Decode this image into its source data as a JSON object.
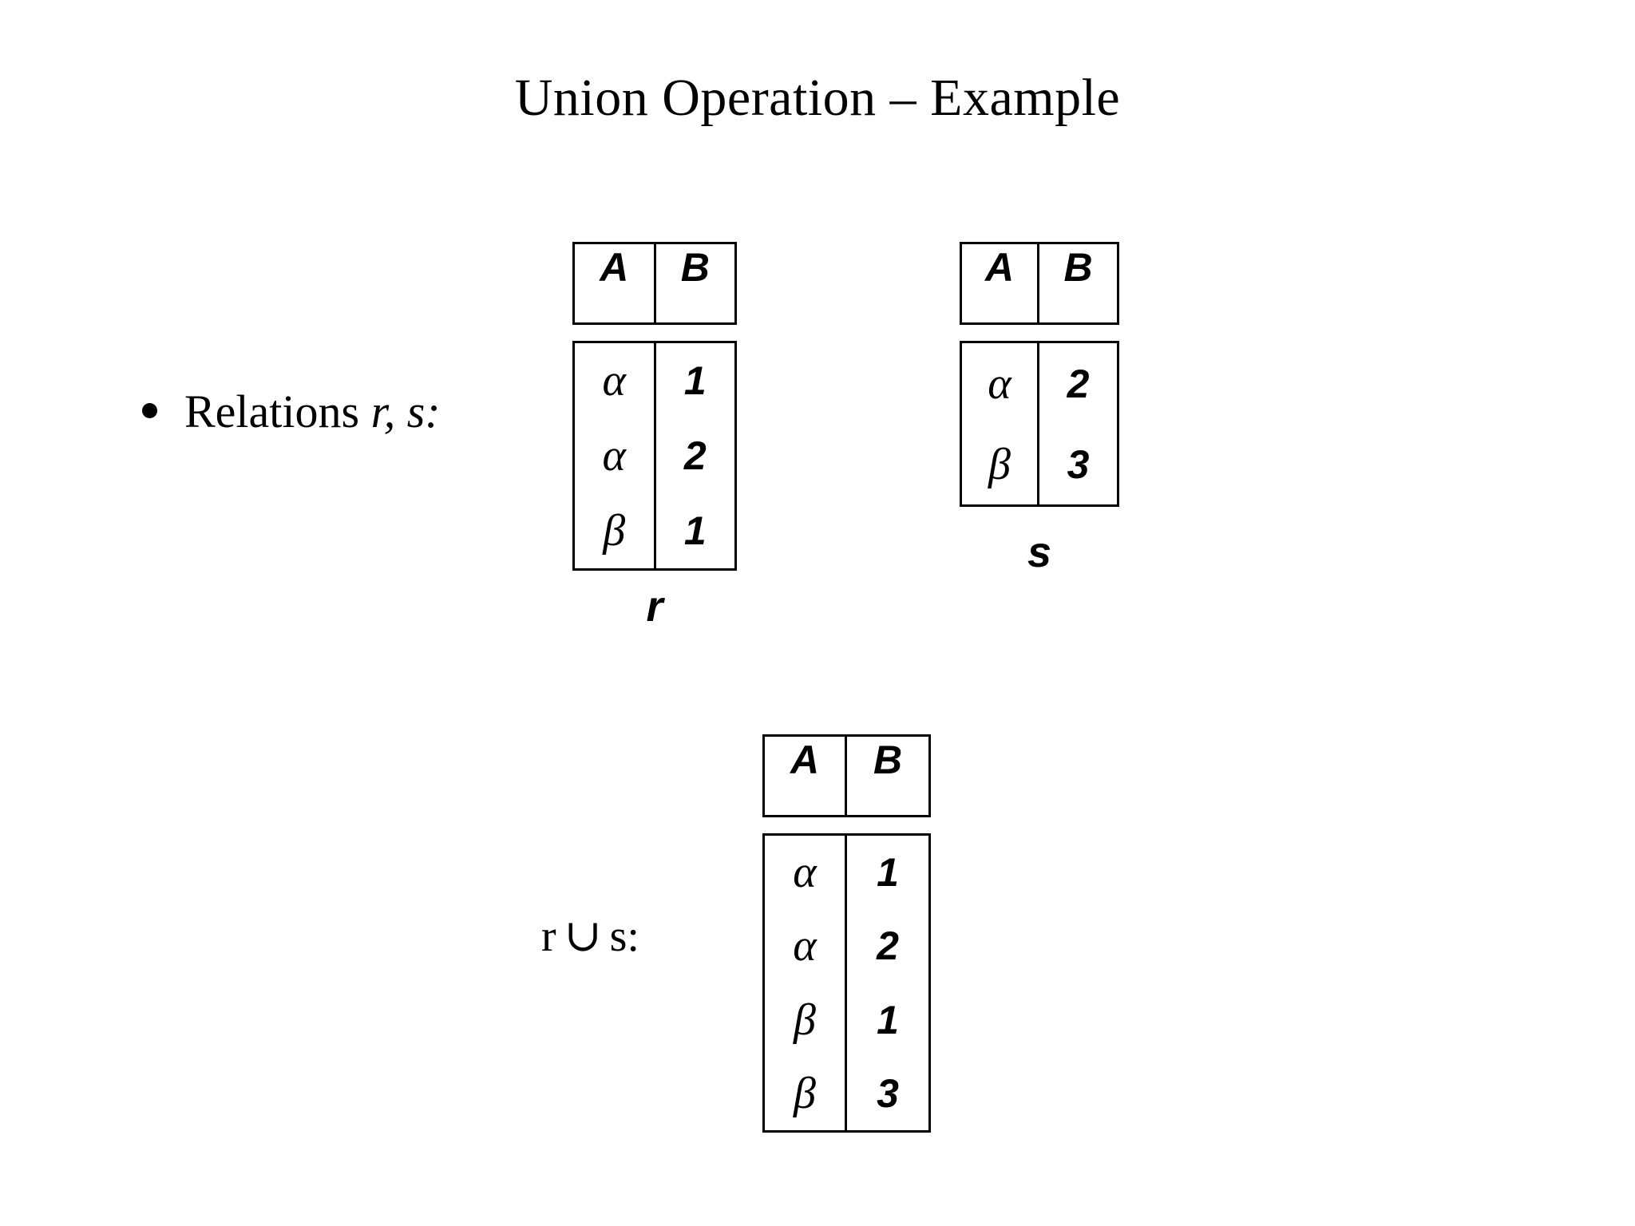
{
  "slide": {
    "title": "Union Operation – Example",
    "bullet": {
      "marker": "bullet-dot",
      "text_roman": "Relations ",
      "text_italic": "r, s:"
    },
    "union_label": {
      "left_operand": "r",
      "operator": "∪",
      "right_operand": "s:"
    }
  },
  "tables": {
    "r": {
      "caption": "r",
      "columns": [
        "A",
        "B"
      ],
      "rows": [
        {
          "A": "α",
          "B": "1"
        },
        {
          "A": "α",
          "B": "2"
        },
        {
          "A": "β",
          "B": "1"
        }
      ]
    },
    "s": {
      "caption": "s",
      "columns": [
        "A",
        "B"
      ],
      "rows": [
        {
          "A": "α",
          "B": "2"
        },
        {
          "A": "β",
          "B": "3"
        }
      ]
    },
    "union": {
      "caption": "",
      "columns": [
        "A",
        "B"
      ],
      "rows": [
        {
          "A": "α",
          "B": "1"
        },
        {
          "A": "α",
          "B": "2"
        },
        {
          "A": "β",
          "B": "1"
        },
        {
          "A": "β",
          "B": "3"
        }
      ]
    }
  },
  "colors": {
    "background": "#ffffff",
    "text": "#000000",
    "table_border": "#000000"
  }
}
